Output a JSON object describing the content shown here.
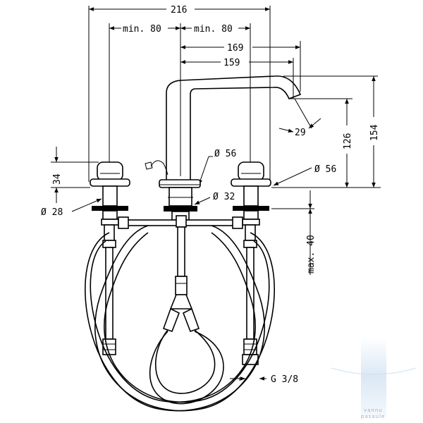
{
  "dimensions": {
    "overall_width": "216",
    "spacing_left": "min. 80",
    "spacing_right": "min. 80",
    "spout_reach": "169",
    "spout_length": "159",
    "angle": "29",
    "spout_outlet_height": "126",
    "total_height": "154",
    "body_diameter": "Ø 56",
    "handle_diameter": "Ø 56",
    "base_diameter": "Ø 32",
    "handle_height": "34",
    "valve_diameter": "Ø 28",
    "max_deck_thickness": "max. 40",
    "connection_thread": "G 3/8"
  },
  "watermark": {
    "line1": "vannu",
    "line2": "pasaule",
    "color": "#cfe0ef"
  }
}
